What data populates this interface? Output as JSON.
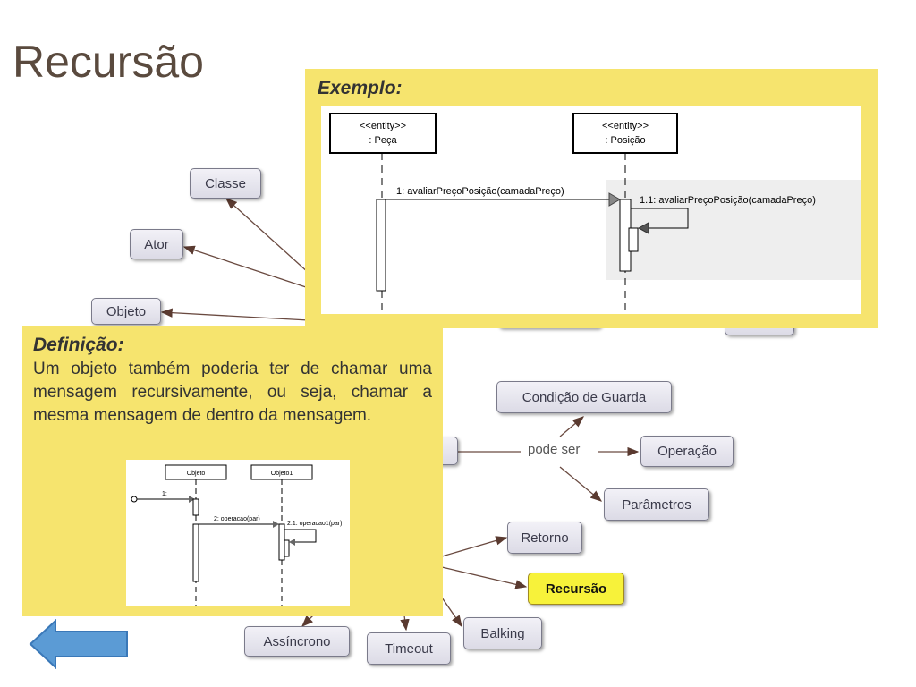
{
  "title": "Recursão",
  "nodes": {
    "classe": "Classe",
    "ator": "Ator",
    "objeto": "Objeto",
    "condicao_guarda": "Condição de Guarda",
    "pode_ser": "pode ser",
    "operacao": "Operação",
    "parametros": "Parâmetros",
    "retorno": "Retorno",
    "recursao": "Recursão",
    "balking": "Balking",
    "timeout": "Timeout",
    "assincrono": "Assíncrono"
  },
  "example": {
    "title": "Exemplo:",
    "lifeline1_stereotype": "<<entity>>",
    "lifeline1_name": ": Peça",
    "lifeline2_stereotype": "<<entity>>",
    "lifeline2_name": ": Posição",
    "message1": "1: avaliarPreçoPosição(camadaPreço)",
    "message2": "1.1: avaliarPreçoPosição(camadaPreço)"
  },
  "definition": {
    "title": "Definição:",
    "text": "Um objeto também poderia ter de chamar uma mensagem recursivamente, ou seja, chamar a mesma mensagem de dentro da mensagem.",
    "diagram": {
      "lifeline1": "Objeto",
      "lifeline2": "Objeto1",
      "msg1": "1:",
      "msg2": "2: operacao(par)",
      "msg3": "2.1: operacao1(par)"
    }
  },
  "colors": {
    "panel": "#f6e46e",
    "highlight": "#f7f23a",
    "back_arrow": "#5b9bd5"
  },
  "icons": [
    "back-arrow-icon"
  ]
}
